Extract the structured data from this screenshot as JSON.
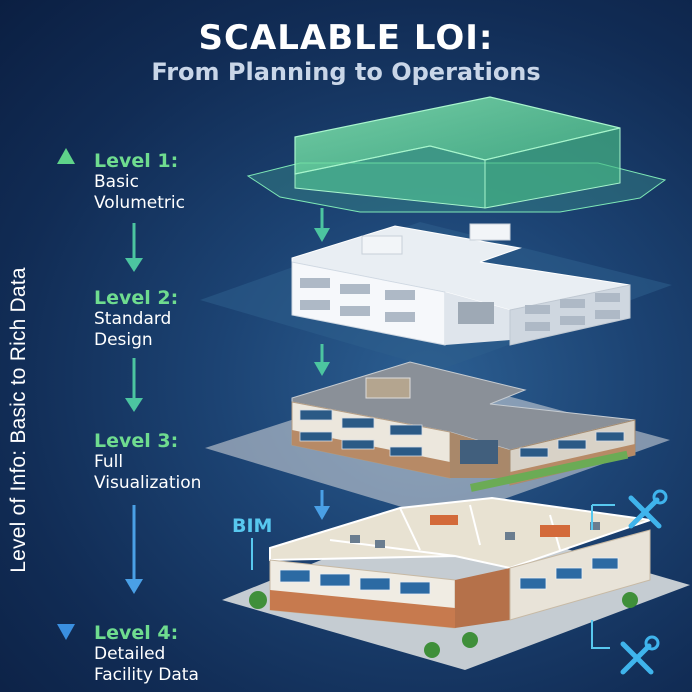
{
  "title": "SCALABLE LOI:",
  "subtitle": "From Planning to Operations",
  "axis_label": "Level of Info: Basic to Rich Data",
  "levels": [
    {
      "heading": "Level 1:",
      "line1": "Basic",
      "line2": "Volumetric"
    },
    {
      "heading": "Level 2:",
      "line1": "Standard",
      "line2": "Design"
    },
    {
      "heading": "Level 3:",
      "line1": "Full",
      "line2": "Visualization"
    },
    {
      "heading": "Level 4:",
      "line1": "Detailed",
      "line2": "Facility Data"
    }
  ],
  "bim_label": "BIM",
  "icons": [
    "arrow-down-icon",
    "wrench-screwdriver-icon"
  ],
  "colors": {
    "accent_green": "#6fdc8f",
    "accent_blue": "#58c8ef",
    "background": "#1c4373"
  }
}
